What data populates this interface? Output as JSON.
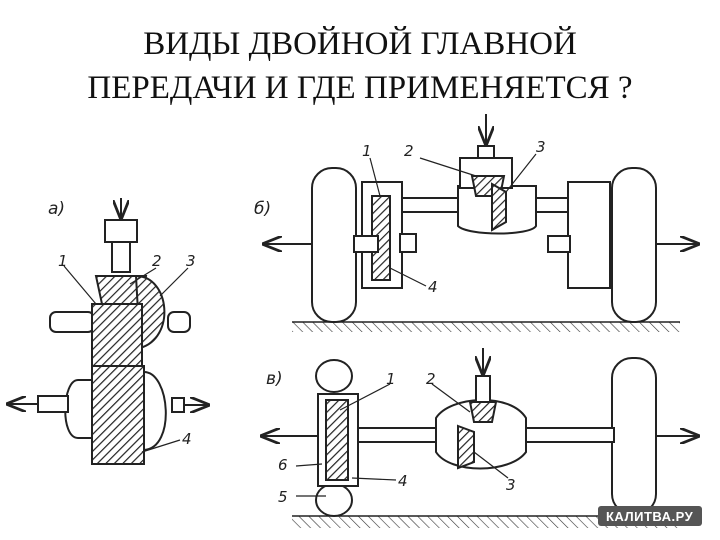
{
  "title": {
    "line1": "ВИДЫ ДВОЙНОЙ ГЛАВНОЙ",
    "line2": "ПЕРЕДАЧИ И ГДЕ ПРИМЕНЯЕТСЯ ?"
  },
  "diagram_a": {
    "label": "а)",
    "callouts": [
      "1",
      "2",
      "3",
      "4"
    ]
  },
  "diagram_b": {
    "label": "б)",
    "callouts": [
      "1",
      "2",
      "3",
      "4"
    ]
  },
  "diagram_v": {
    "label": "в)",
    "callouts": [
      "1",
      "2",
      "3",
      "4",
      "5",
      "6"
    ]
  },
  "watermark": "КАЛИТВА.РУ"
}
